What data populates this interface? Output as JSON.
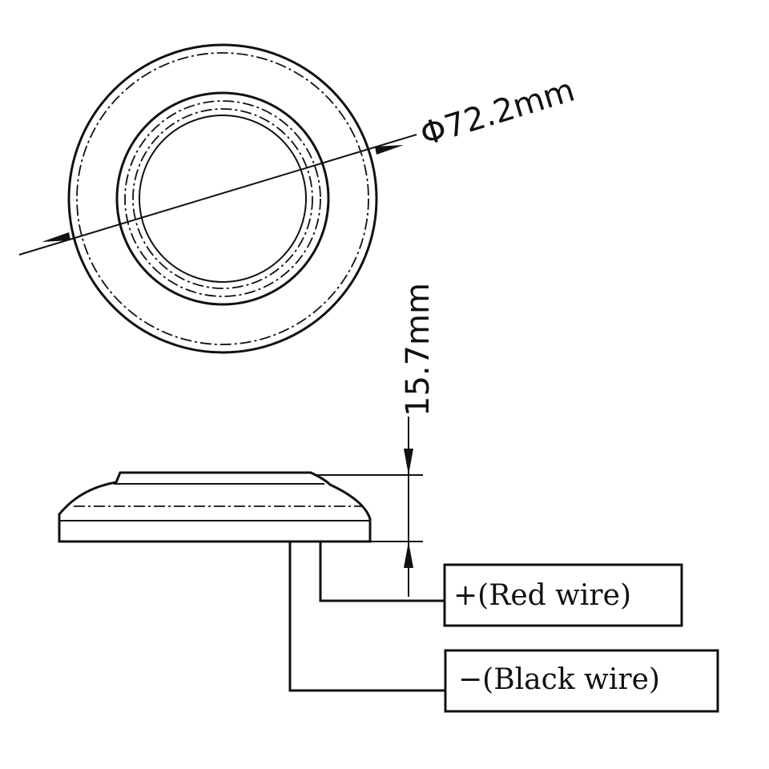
{
  "dimensions": {
    "diameter_label": "Φ72.2mm",
    "height_label": "15.7mm"
  },
  "wires": {
    "positive_label": "+(Red wire)",
    "negative_label": "−(Black wire)"
  },
  "colors": {
    "line": "#111111",
    "background": "#ffffff"
  }
}
